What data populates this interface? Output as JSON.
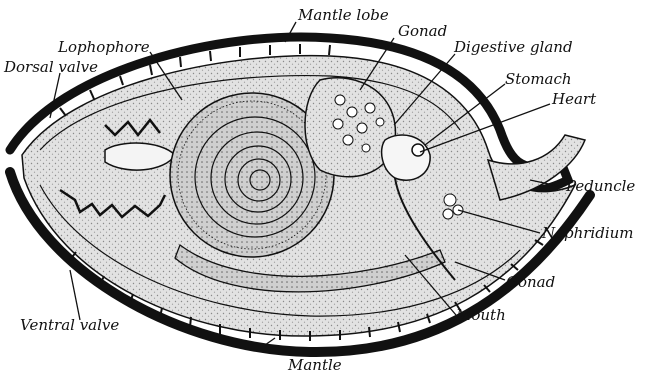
{
  "labels": {
    "mantle_lobe": "Mantle lobe",
    "gonad_top": "Gonad",
    "lophophore": "Lophophore",
    "digestive_gland": "Digestive gland",
    "dorsal_valve": "Dorsal valve",
    "stomach": "Stomach",
    "heart": "Heart",
    "peduncle": "Peduncle",
    "nephridium": "Nephridium",
    "gonad_bottom": "Gonad",
    "mouth": "Mouth",
    "ventral_valve": "Ventral valve",
    "mantle": "Mantle"
  },
  "colors": {
    "ink": "#111111",
    "stipple": "#bfbfbf",
    "paper": "#ffffff"
  }
}
